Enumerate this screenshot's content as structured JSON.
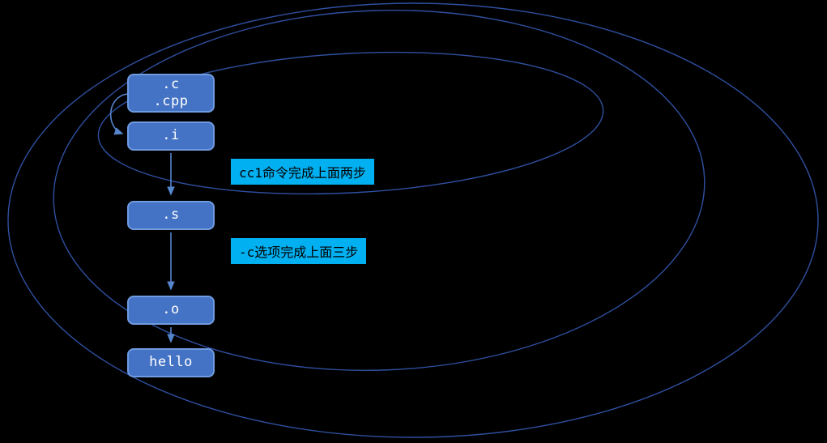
{
  "colors": {
    "background": "#000000",
    "box_fill": "#4472C4",
    "box_border": "#6F9BE0",
    "box_text": "#FFFFFF",
    "ellipse_stroke": "#2F4F9F",
    "arrow": "#5585CC",
    "annotation_background": "#00B0F0",
    "annotation_text": "#000000"
  },
  "boxes": [
    {
      "id": "source-files",
      "lines": [
        ".c",
        ".cpp"
      ]
    },
    {
      "id": "preprocessed-file",
      "label": ".i"
    },
    {
      "id": "assembly-file",
      "label": ".s"
    },
    {
      "id": "object-file",
      "label": ".o"
    },
    {
      "id": "executable-file",
      "label": "hello"
    }
  ],
  "annotations": [
    {
      "id": "cc1-note",
      "text": "cc1命令完成上面两步"
    },
    {
      "id": "c-option-note",
      "text": "-c选项完成上面三步"
    }
  ]
}
